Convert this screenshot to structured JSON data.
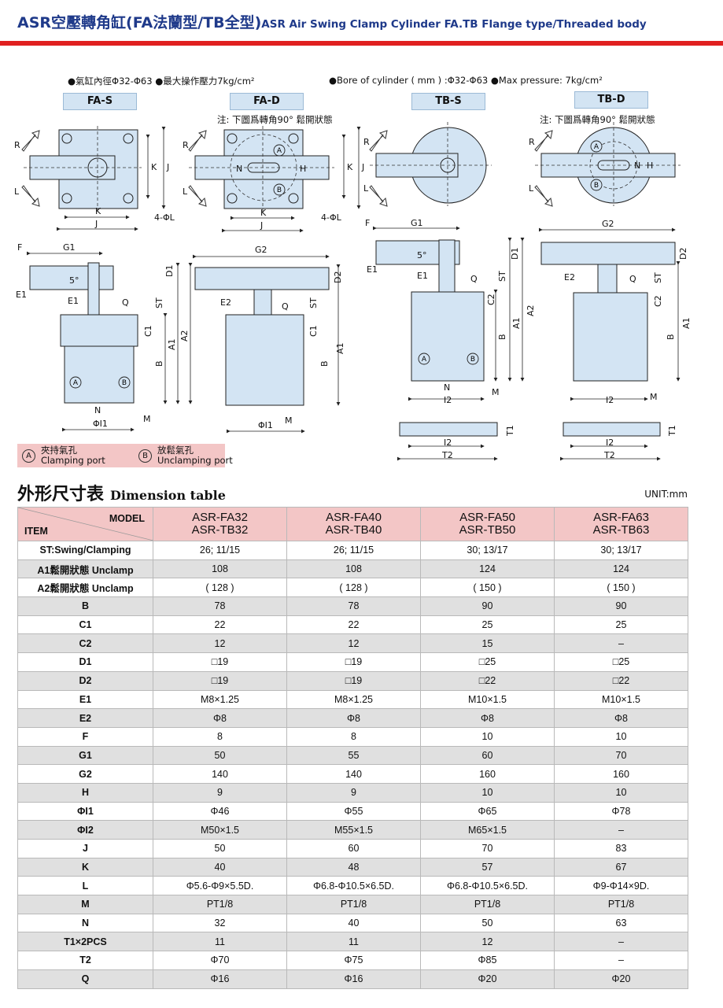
{
  "header": {
    "title_zh": "ASR空壓轉角缸(FA法蘭型/TB全型)",
    "title_en": "ASR Air Swing Clamp Cylinder FA.TB Flange type/Threaded body"
  },
  "specs": {
    "zh": "●氣缸內徑Φ32-Φ63 ●最大操作壓力7kg/cm²",
    "en": "●Bore of cylinder ( mm ) :Φ32-Φ63  ●Max pressure: 7kg/cm²"
  },
  "tags": [
    "FA-S",
    "FA-D",
    "TB-S",
    "TB-D"
  ],
  "note": "注: 下圖爲轉角90°  鬆開狀態",
  "drawing_labels": {
    "r": "R",
    "l": "L",
    "k": "K",
    "j": "J",
    "four_l": "4-ΦL",
    "n": "N",
    "h": "H",
    "a": "A",
    "b_port": "B",
    "f": "F",
    "g1": "G1",
    "g2": "G2",
    "d1": "D1",
    "d2": "D2",
    "e1": "E1",
    "e2": "E2",
    "q": "Q",
    "st": "ST",
    "c1": "C1",
    "c2": "C2",
    "a1": "A1",
    "a2": "A2",
    "b": "B",
    "m": "M",
    "i1": "ΦI1",
    "i2": "I2",
    "t1": "T1",
    "t2": "T2",
    "deg": "5°"
  },
  "legend": {
    "a_symbol": "A",
    "a_zh": "夾持氣孔",
    "a_en": "Clamping port",
    "b_symbol": "B",
    "b_zh": "放鬆氣孔",
    "b_en": "Unclamping port"
  },
  "table_title": {
    "zh": "外形尺寸表",
    "en": "Dimension table"
  },
  "unit": "UNIT:mm",
  "table": {
    "corner_model": "MODEL",
    "corner_item": "ITEM",
    "models": [
      [
        "ASR-FA32",
        "ASR-TB32"
      ],
      [
        "ASR-FA40",
        "ASR-TB40"
      ],
      [
        "ASR-FA50",
        "ASR-TB50"
      ],
      [
        "ASR-FA63",
        "ASR-TB63"
      ]
    ],
    "rows": [
      {
        "label": "ST:Swing/Clamping",
        "values": [
          "26; 11/15",
          "26; 11/15",
          "30; 13/17",
          "30; 13/17"
        ]
      },
      {
        "label": "A1鬆開狀態 Unclamp",
        "values": [
          "108",
          "108",
          "124",
          "124"
        ]
      },
      {
        "label": "A2鬆開狀態 Unclamp",
        "values": [
          "( 128 )",
          "( 128 )",
          "( 150 )",
          "( 150 )"
        ]
      },
      {
        "label": "B",
        "values": [
          "78",
          "78",
          "90",
          "90"
        ]
      },
      {
        "label": "C1",
        "values": [
          "22",
          "22",
          "25",
          "25"
        ]
      },
      {
        "label": "C2",
        "values": [
          "12",
          "12",
          "15",
          "–"
        ]
      },
      {
        "label": "D1",
        "values": [
          "□19",
          "□19",
          "□25",
          "□25"
        ]
      },
      {
        "label": "D2",
        "values": [
          "□19",
          "□19",
          "□22",
          "□22"
        ]
      },
      {
        "label": "E1",
        "values": [
          "M8×1.25",
          "M8×1.25",
          "M10×1.5",
          "M10×1.5"
        ]
      },
      {
        "label": "E2",
        "values": [
          "Φ8",
          "Φ8",
          "Φ8",
          "Φ8"
        ]
      },
      {
        "label": "F",
        "values": [
          "8",
          "8",
          "10",
          "10"
        ]
      },
      {
        "label": "G1",
        "values": [
          "50",
          "55",
          "60",
          "70"
        ]
      },
      {
        "label": "G2",
        "values": [
          "140",
          "140",
          "160",
          "160"
        ]
      },
      {
        "label": "H",
        "values": [
          "9",
          "9",
          "10",
          "10"
        ]
      },
      {
        "label": "ΦI1",
        "values": [
          "Φ46",
          "Φ55",
          "Φ65",
          "Φ78"
        ]
      },
      {
        "label": "ΦI2",
        "values": [
          "M50×1.5",
          "M55×1.5",
          "M65×1.5",
          "–"
        ]
      },
      {
        "label": "J",
        "values": [
          "50",
          "60",
          "70",
          "83"
        ]
      },
      {
        "label": "K",
        "values": [
          "40",
          "48",
          "57",
          "67"
        ]
      },
      {
        "label": "L",
        "values": [
          "Φ5.6-Φ9×5.5D.",
          "Φ6.8-Φ10.5×6.5D.",
          "Φ6.8-Φ10.5×6.5D.",
          "Φ9-Φ14×9D."
        ]
      },
      {
        "label": "M",
        "values": [
          "PT1/8",
          "PT1/8",
          "PT1/8",
          "PT1/8"
        ]
      },
      {
        "label": "N",
        "values": [
          "32",
          "40",
          "50",
          "63"
        ]
      },
      {
        "label": "T1×2PCS",
        "values": [
          "11",
          "11",
          "12",
          "–"
        ]
      },
      {
        "label": "T2",
        "values": [
          "Φ70",
          "Φ75",
          "Φ85",
          "–"
        ]
      },
      {
        "label": "Q",
        "values": [
          "Φ16",
          "Φ16",
          "Φ20",
          "Φ20"
        ]
      }
    ]
  }
}
